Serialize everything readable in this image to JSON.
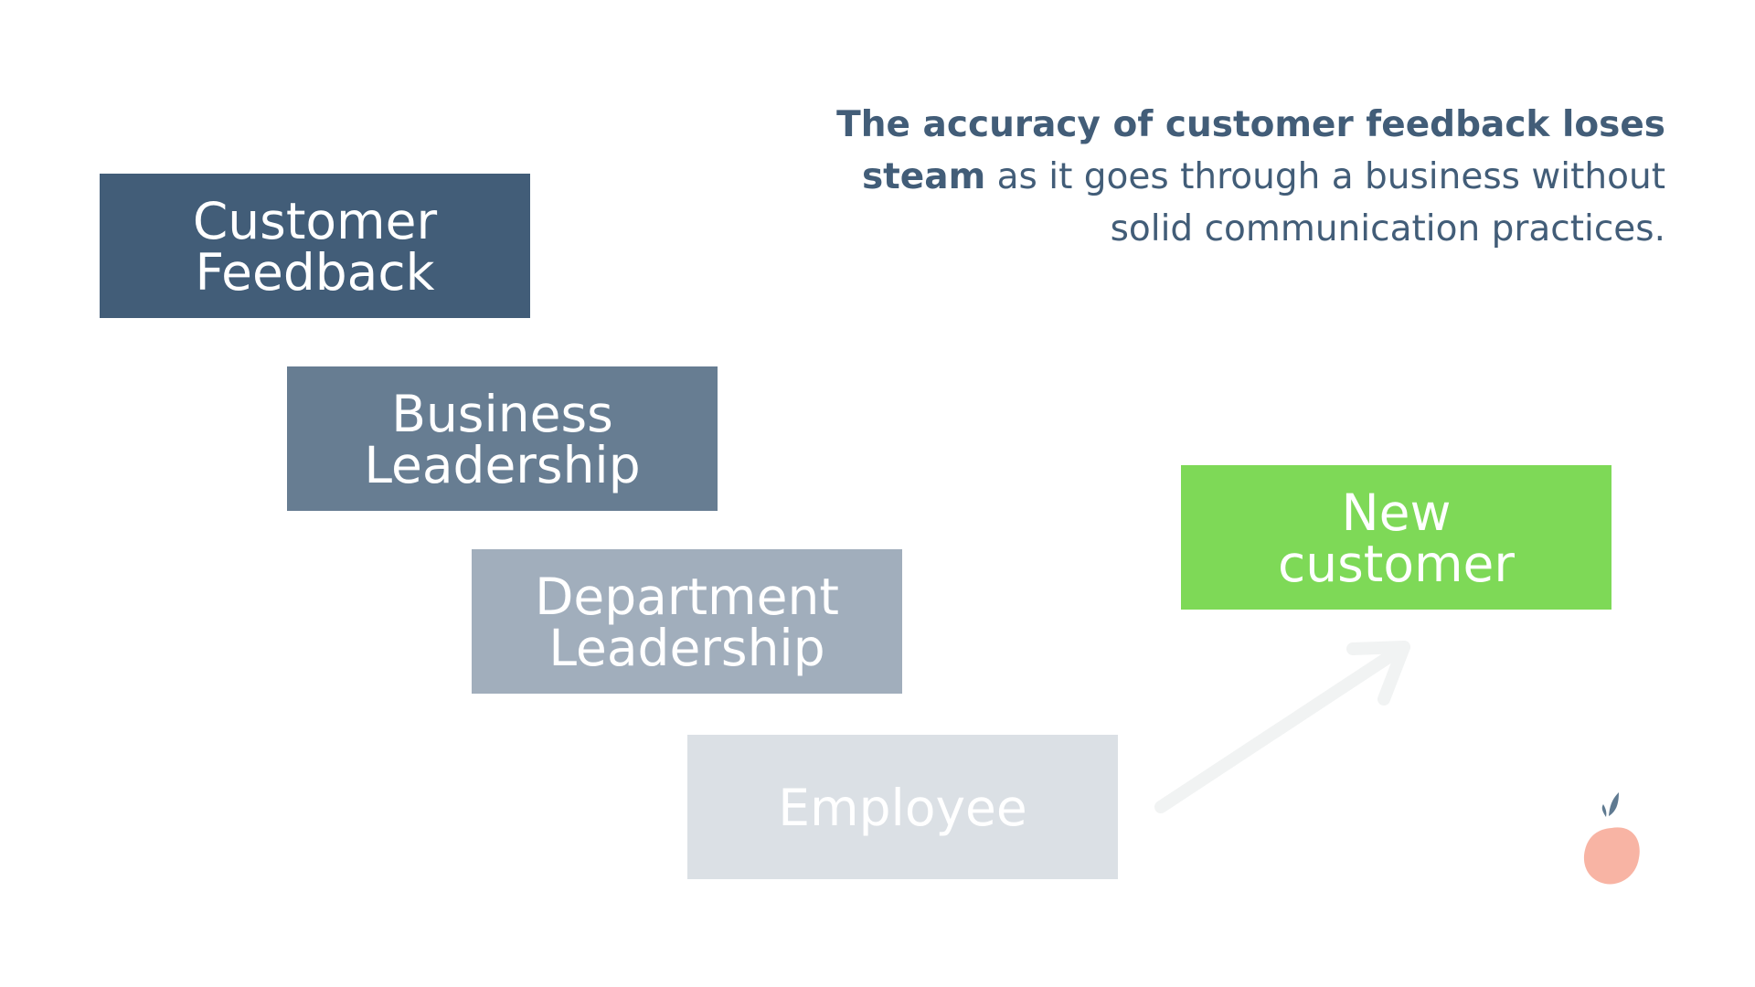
{
  "caption": {
    "bold": "The accuracy of customer feedback loses steam",
    "regular": " as it goes through a business without solid communication practices."
  },
  "boxes": {
    "customer_feedback": "Customer\nFeedback",
    "business_leadership": "Business\nLeadership",
    "department_leadership": "Department\nLeadership",
    "employee": "Employee",
    "new_customer": "New\ncustomer"
  },
  "colors": {
    "customer_feedback": "#425d78",
    "business_leadership": "#677d92",
    "department_leadership": "#a1aebc",
    "employee": "#dbe0e5",
    "new_customer": "#7ed957",
    "arrow": "#f1f3f3",
    "logo_fruit": "#f8b4a4",
    "logo_leaf": "#5f7a91"
  },
  "icons": {
    "arrow": "arrow-up-right-icon",
    "logo": "peach-logo-icon"
  }
}
